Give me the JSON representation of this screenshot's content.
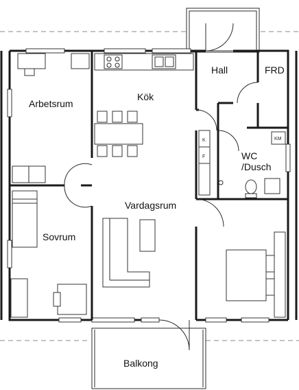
{
  "rooms": {
    "hall": "Hall",
    "frd": "FRD",
    "kok": "Kök",
    "arbetsrum": "Arbetsrum",
    "wc": "WC",
    "dusch": "/Dusch",
    "vardagsrum": "Vardagsrum",
    "sovrum": "Sovrum",
    "balkong": "Balkong"
  },
  "fixtures": {
    "km": "KM",
    "k": "K",
    "f": "F"
  }
}
